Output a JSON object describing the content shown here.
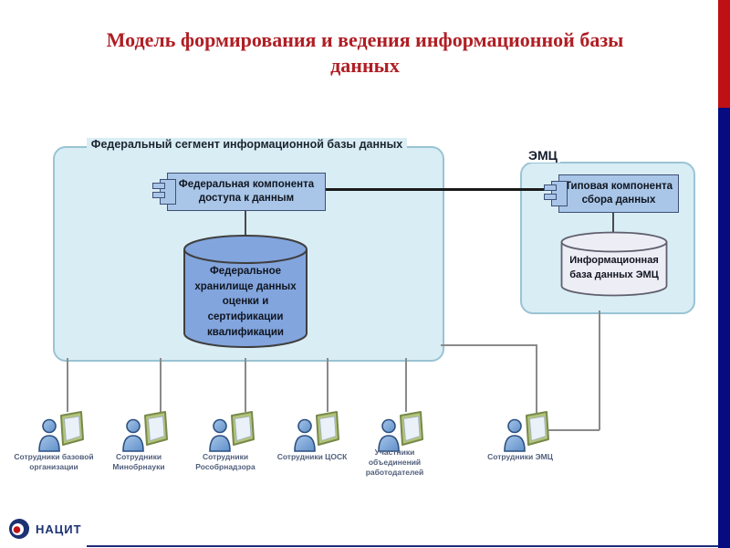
{
  "slide": {
    "title": "Модель формирования и ведения информационной базы данных"
  },
  "diagram": {
    "federal_segment": {
      "title": "Федеральный сегмент информационной базы данных",
      "access_component": "Федеральная компонента доступа к данным",
      "storage": "Федеральное хранилище данных оценки и сертификации квалификации"
    },
    "emc_segment": {
      "title": "ЭМЦ",
      "collect_component": "Типовая компонента сбора данных",
      "database": "Информационная база данных ЭМЦ"
    },
    "actors": [
      {
        "label": "Сотрудники базовой организации"
      },
      {
        "label": "Сотрудники Минобрнауки"
      },
      {
        "label": "Сотрудники Рособрнадзора"
      },
      {
        "label": "Сотрудники ЦОСК"
      },
      {
        "label": "Участники объединений работодателей"
      },
      {
        "label": "Сотрудники ЭМЦ"
      }
    ]
  },
  "footer": {
    "logo_text": "НАЦИТ"
  },
  "colors": {
    "title_red": "#b01e24",
    "accent_bar_red": "#bf1015",
    "accent_bar_navy": "#060c80",
    "segment_fill": "#d9edf4",
    "segment_border": "#99c4d4",
    "component_fill": "#a9c6e8",
    "component_border": "#3e4f76",
    "federal_storage_fill": "#82a5de",
    "emc_database_fill": "#ededf6",
    "connector_gray": "#8a8a8a",
    "actor_label_color": "#515f7c"
  }
}
